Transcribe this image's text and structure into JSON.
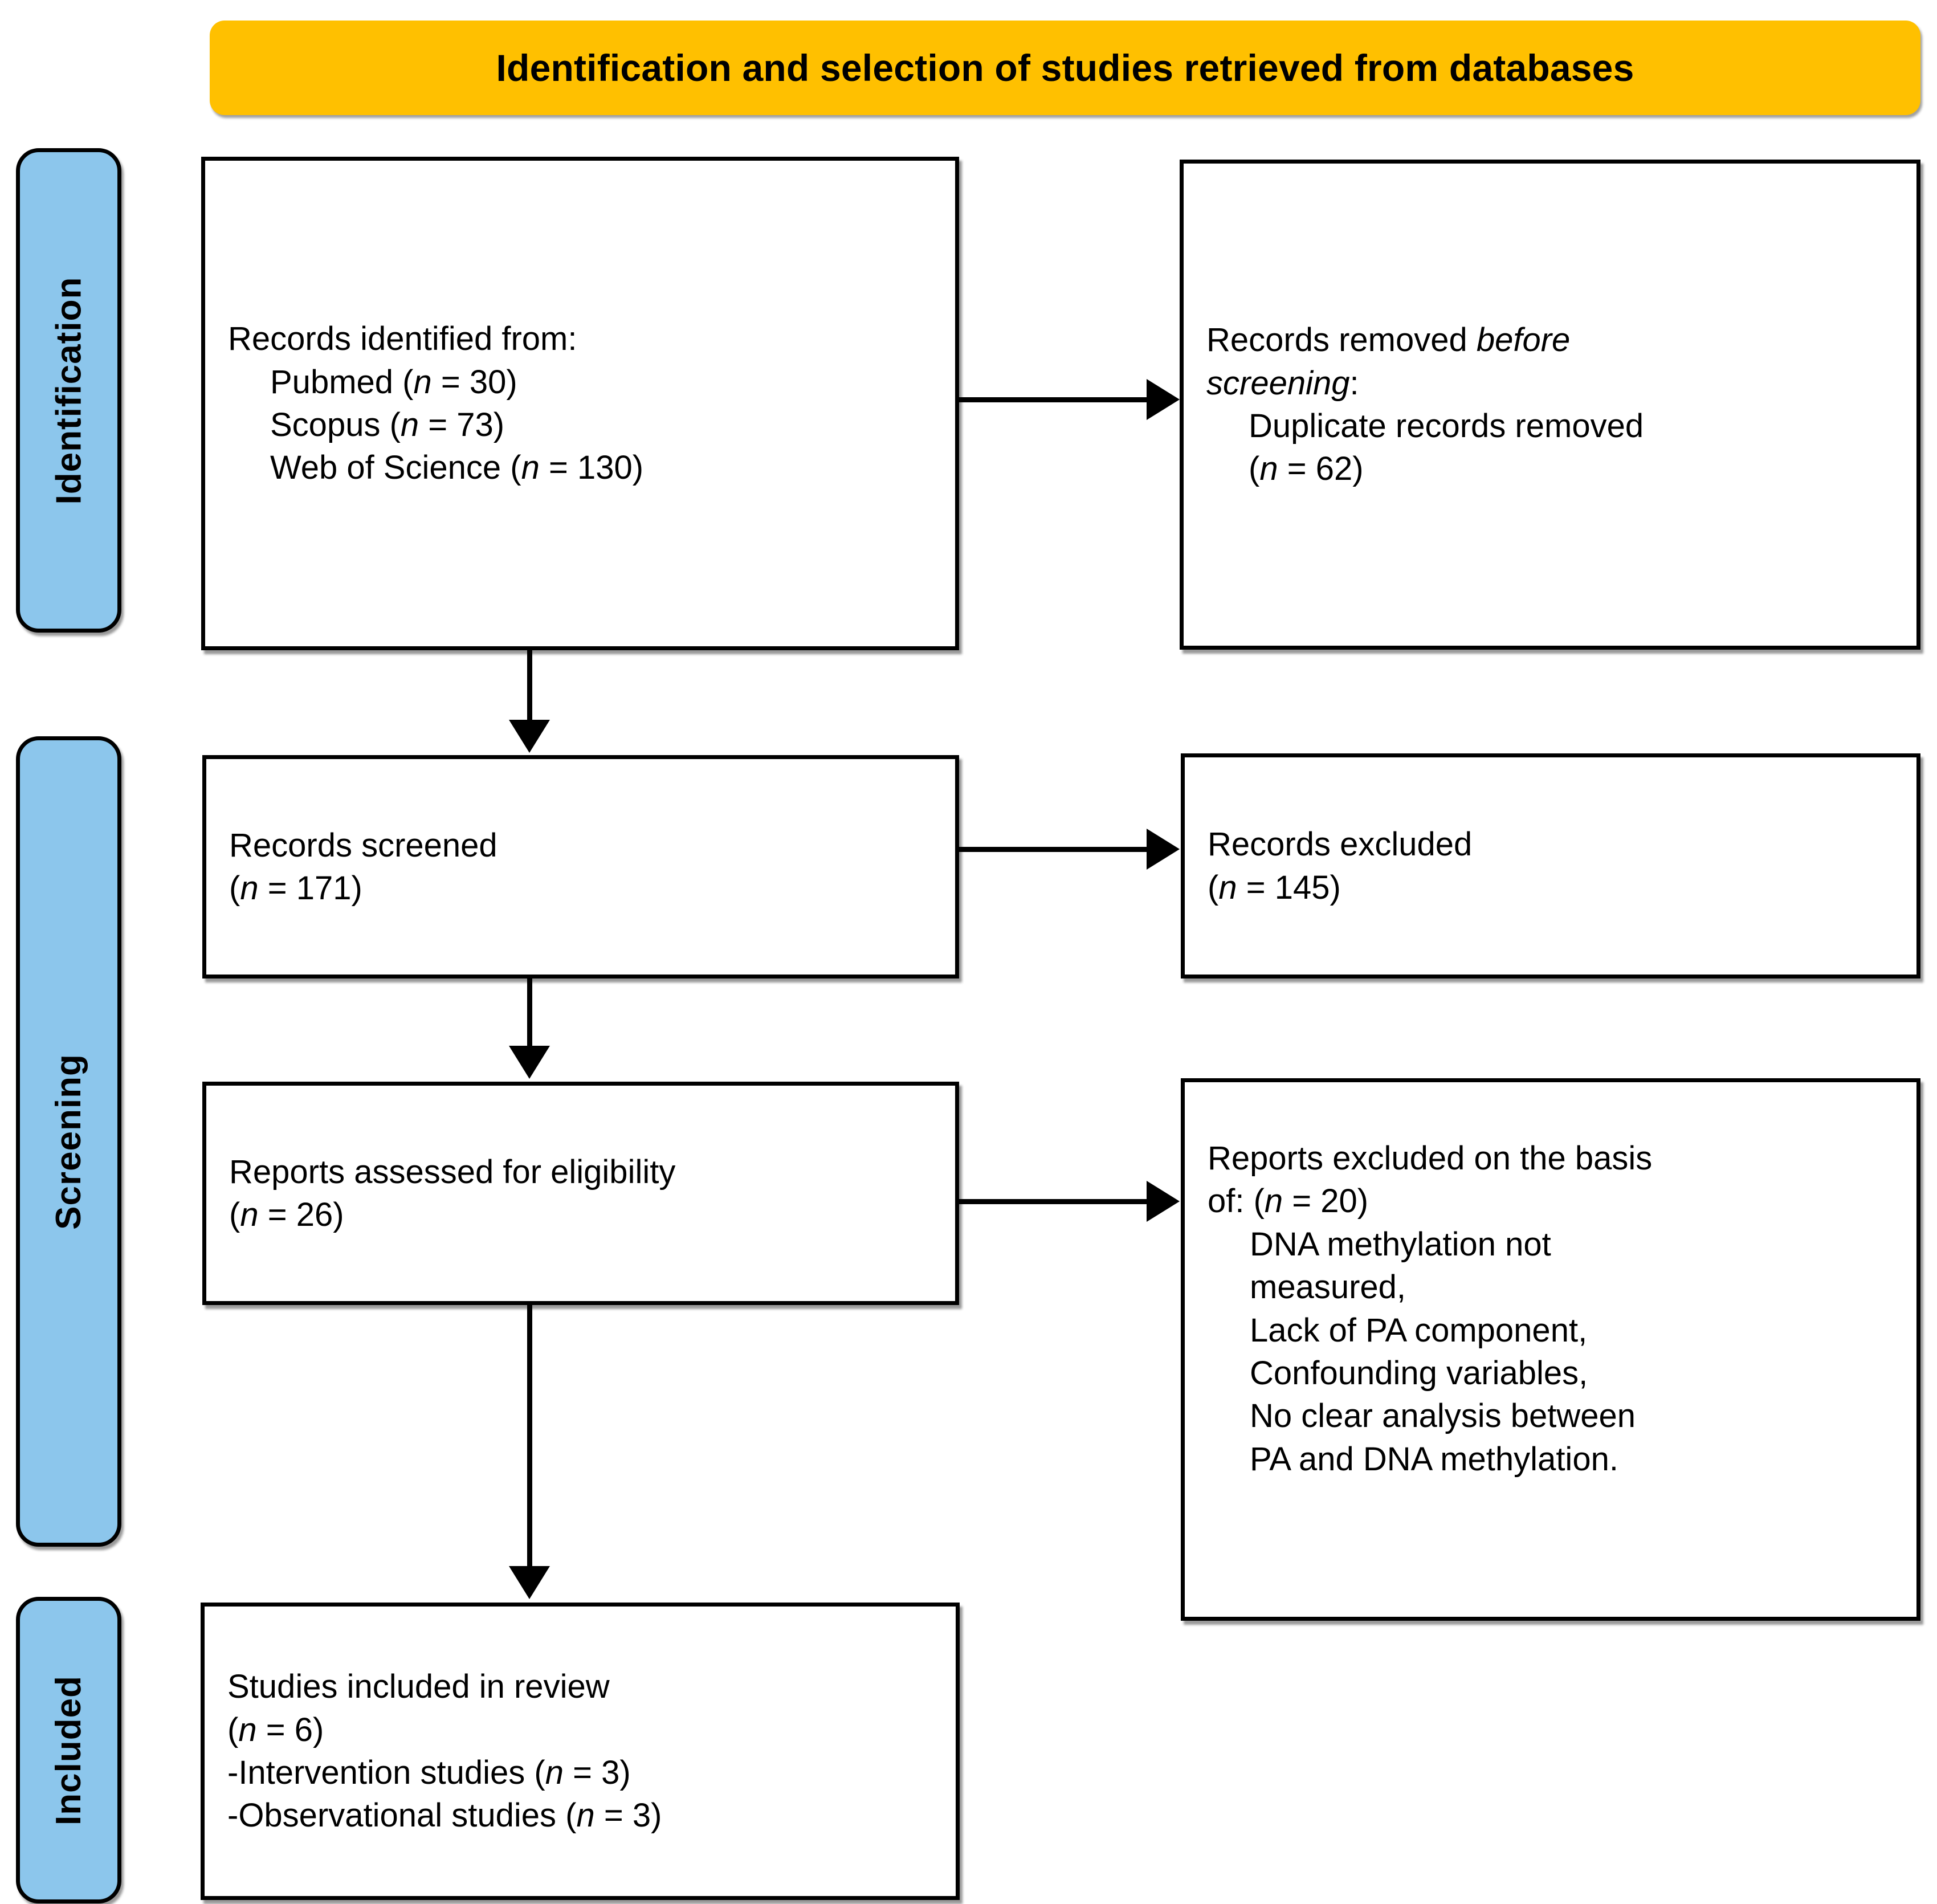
{
  "banner": {
    "title": "Identification and selection of studies retrieved from databases",
    "background_color": "#FFC000",
    "text_color": "#000000"
  },
  "stages": {
    "accent_color": "#8CC6EC",
    "items": [
      {
        "id": "identification",
        "label": "Identification"
      },
      {
        "id": "screening",
        "label": "Screening"
      },
      {
        "id": "included",
        "label": "Included"
      }
    ]
  },
  "boxes": {
    "identified": {
      "lines": [
        {
          "text": "Records identified from:",
          "indent": false
        },
        {
          "text": "Pubmed (",
          "n": "n",
          "tail": " = 30)",
          "indent": true
        },
        {
          "text": "Scopus (",
          "n": "n",
          "tail": " = 73)",
          "indent": true
        },
        {
          "text": "Web of Science (",
          "n": "n",
          "tail": " = 130)",
          "indent": true
        }
      ],
      "line1": "Records identified from:",
      "line2_pre": "Pubmed (",
      "line2_n": "n",
      "line2_post": " = 30)",
      "line3_pre": "Scopus (",
      "line3_n": "n",
      "line3_post": " = 73)",
      "line4_pre": "Web of Science (",
      "line4_n": "n",
      "line4_post": " = 130)"
    },
    "removed": {
      "line1_pre": "Records removed ",
      "line1_italic": "before",
      "line2_italic": "screening",
      "line2_post": ":",
      "line3": "Duplicate records removed",
      "line4_pre": "(",
      "line4_n": "n",
      "line4_post": " = 62)"
    },
    "screened": {
      "line1": "Records screened",
      "line2_pre": "(",
      "line2_n": "n",
      "line2_post": " = 171)"
    },
    "excluded": {
      "line1": "Records excluded",
      "line2_pre": "(",
      "line2_n": "n",
      "line2_post": " = 145)"
    },
    "eligibility": {
      "line1": "Reports assessed for eligibility",
      "line2_pre": "(",
      "line2_n": "n",
      "line2_post": " = 26)"
    },
    "reports_excluded": {
      "line1": "Reports excluded on the basis",
      "line2_pre": "of: (",
      "line2_n": "n",
      "line2_post": " = 20)",
      "reasons": [
        "DNA methylation not",
        "measured,",
        "Lack of PA component,",
        "Confounding variables,",
        "No clear analysis between",
        "PA and DNA methylation."
      ],
      "reason1": "DNA methylation not",
      "reason2": "measured,",
      "reason3": "Lack of PA component,",
      "reason4": "Confounding variables,",
      "reason5": "No clear analysis between",
      "reason6": "PA and DNA methylation."
    },
    "included": {
      "line1": "Studies included in review",
      "line2_pre": "(",
      "line2_n": "n",
      "line2_post": " = 6)",
      "line3_pre": "-Intervention studies (",
      "line3_n": "n",
      "line3_post": " = 3)",
      "line4_pre": "-Observational studies (",
      "line4_n": "n",
      "line4_post": " = 3)"
    }
  },
  "flow": {
    "arrows": [
      {
        "id": "identified-to-removed",
        "direction": "right"
      },
      {
        "id": "identified-to-screened",
        "direction": "down"
      },
      {
        "id": "screened-to-excluded",
        "direction": "right"
      },
      {
        "id": "screened-to-eligibility",
        "direction": "down"
      },
      {
        "id": "eligibility-to-reports-excluded",
        "direction": "right"
      },
      {
        "id": "eligibility-to-included",
        "direction": "down"
      }
    ]
  }
}
